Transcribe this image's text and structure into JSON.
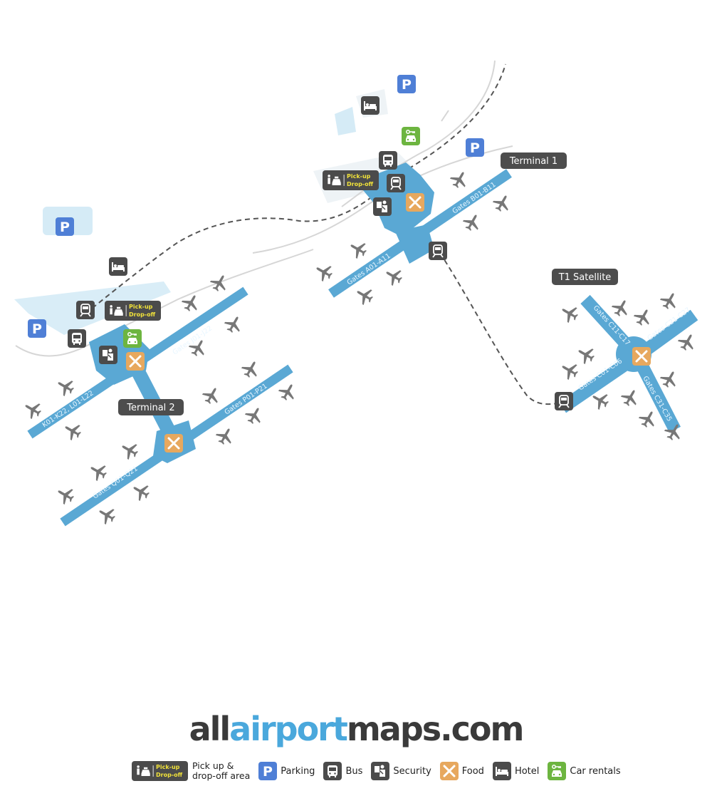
{
  "colors": {
    "concourse": "#5aa8d4",
    "ground": "#cfe7f4",
    "icon_dark": "#4b4b4b",
    "parking": "#4f7fd6",
    "food": "#e7a85e",
    "car_rental": "#6db540",
    "plane": "#767676",
    "label_bg": "#4d4d4d"
  },
  "terminals": {
    "t1": "Terminal 1",
    "t2": "Terminal 2",
    "sat": "T1 Satellite"
  },
  "gates": {
    "kl": "K01-K22, L01-L22",
    "j": "Gates J01-J22",
    "p": "Gates P01-P21",
    "q": "Gates Q01-Q21",
    "a": "Gates A01-A11",
    "b": "Gates B01-B11",
    "c1": "Gates C11-C17",
    "c2": "Gates C21-C27",
    "c0": "Gates C01-C06",
    "c3": "Gates C31-C35"
  },
  "pickup": {
    "line1": "Pick-up",
    "line2": "Drop-off"
  },
  "parking_letter": "P",
  "logo": {
    "part1": "all",
    "part2": "airport",
    "part3": "maps.com"
  },
  "legend": {
    "pickup_line1": "Pick up &",
    "pickup_line2": "drop-off area",
    "parking": "Parking",
    "bus": "Bus",
    "security": "Security",
    "food": "Food",
    "hotel": "Hotel",
    "car_rentals": "Car rentals"
  }
}
